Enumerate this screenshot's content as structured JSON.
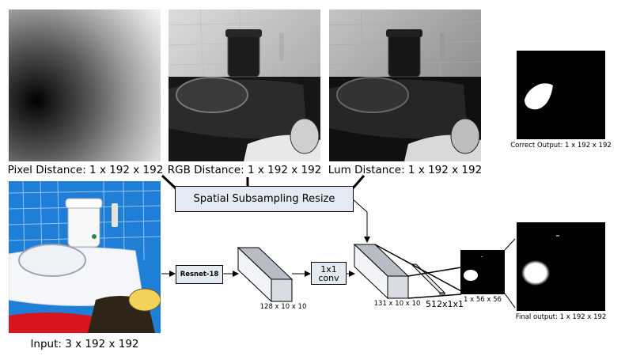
{
  "panels": {
    "pixel_distance": "Pixel Distance: 1 x 192 x 192",
    "rgb_distance": "RGB Distance: 1 x 192 x 192",
    "lum_distance": "Lum Distance: 1 x 192 x 192",
    "correct_output": "Correct Output: 1 x 192 x 192",
    "input": "Input: 3 x 192 x 192",
    "final_output": "Final output: 1 x 192 x 192"
  },
  "pipeline": {
    "resize_label": "Spatial Subsampling Resize",
    "resnet_label": "Resnet-18",
    "conv_label_line1": "1x1",
    "conv_label_line2": "conv",
    "tensor1_dims": "128 x 10 x 10",
    "tensor2_dims": "131 x 10 x 10",
    "fc_dims": "512x1x1",
    "small_output_dims": "1 x 56 x 56"
  },
  "colors": {
    "box_fill": "#e4eaf3",
    "tensor_top": "#b8bcc4",
    "tensor_side": "#d9dde3",
    "tensor_front": "#f2f4f7",
    "tile_blue": "#1f7fd6"
  }
}
